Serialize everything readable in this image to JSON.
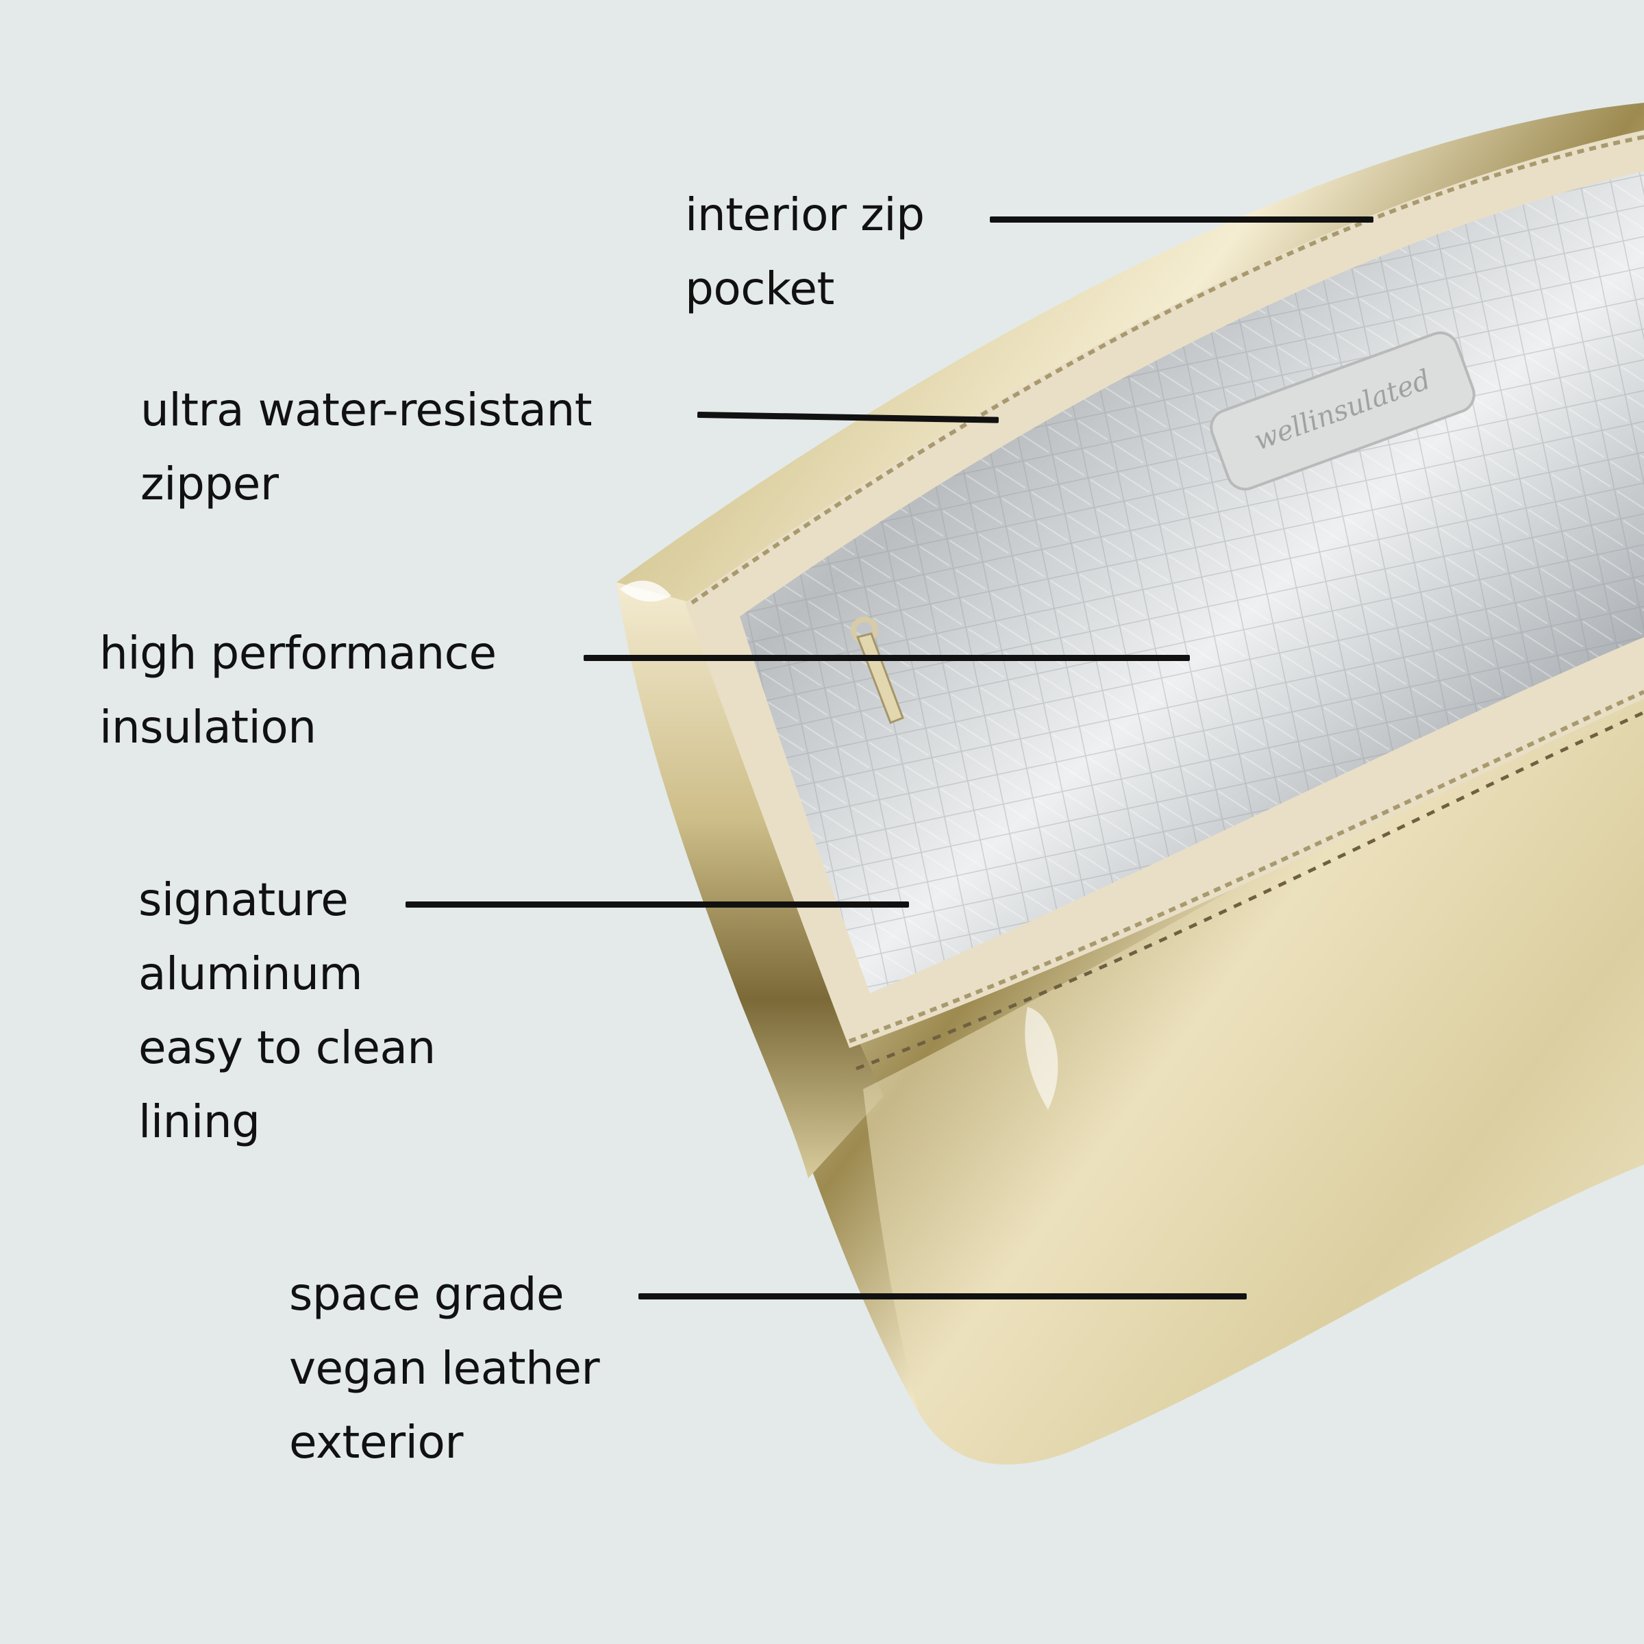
{
  "colors": {
    "background": "#e4eaea",
    "text": "#111111",
    "gold_light": "#f2ead2",
    "gold_mid": "#cfc08e",
    "gold_dark": "#7d6a36",
    "silver": "#c9ccce",
    "zipper_tape": "#e9dfc6"
  },
  "bag": {
    "tag_text": "wellinsulated"
  },
  "callouts": [
    {
      "lines": [
        "interior zip",
        "pocket"
      ]
    },
    {
      "lines": [
        "ultra water-resistant",
        "zipper"
      ]
    },
    {
      "lines": [
        "high performance",
        "insulation"
      ]
    },
    {
      "lines": [
        "signature",
        "aluminum",
        "easy to clean",
        "lining"
      ]
    },
    {
      "lines": [
        "space grade",
        "vegan leather",
        "exterior"
      ]
    }
  ]
}
